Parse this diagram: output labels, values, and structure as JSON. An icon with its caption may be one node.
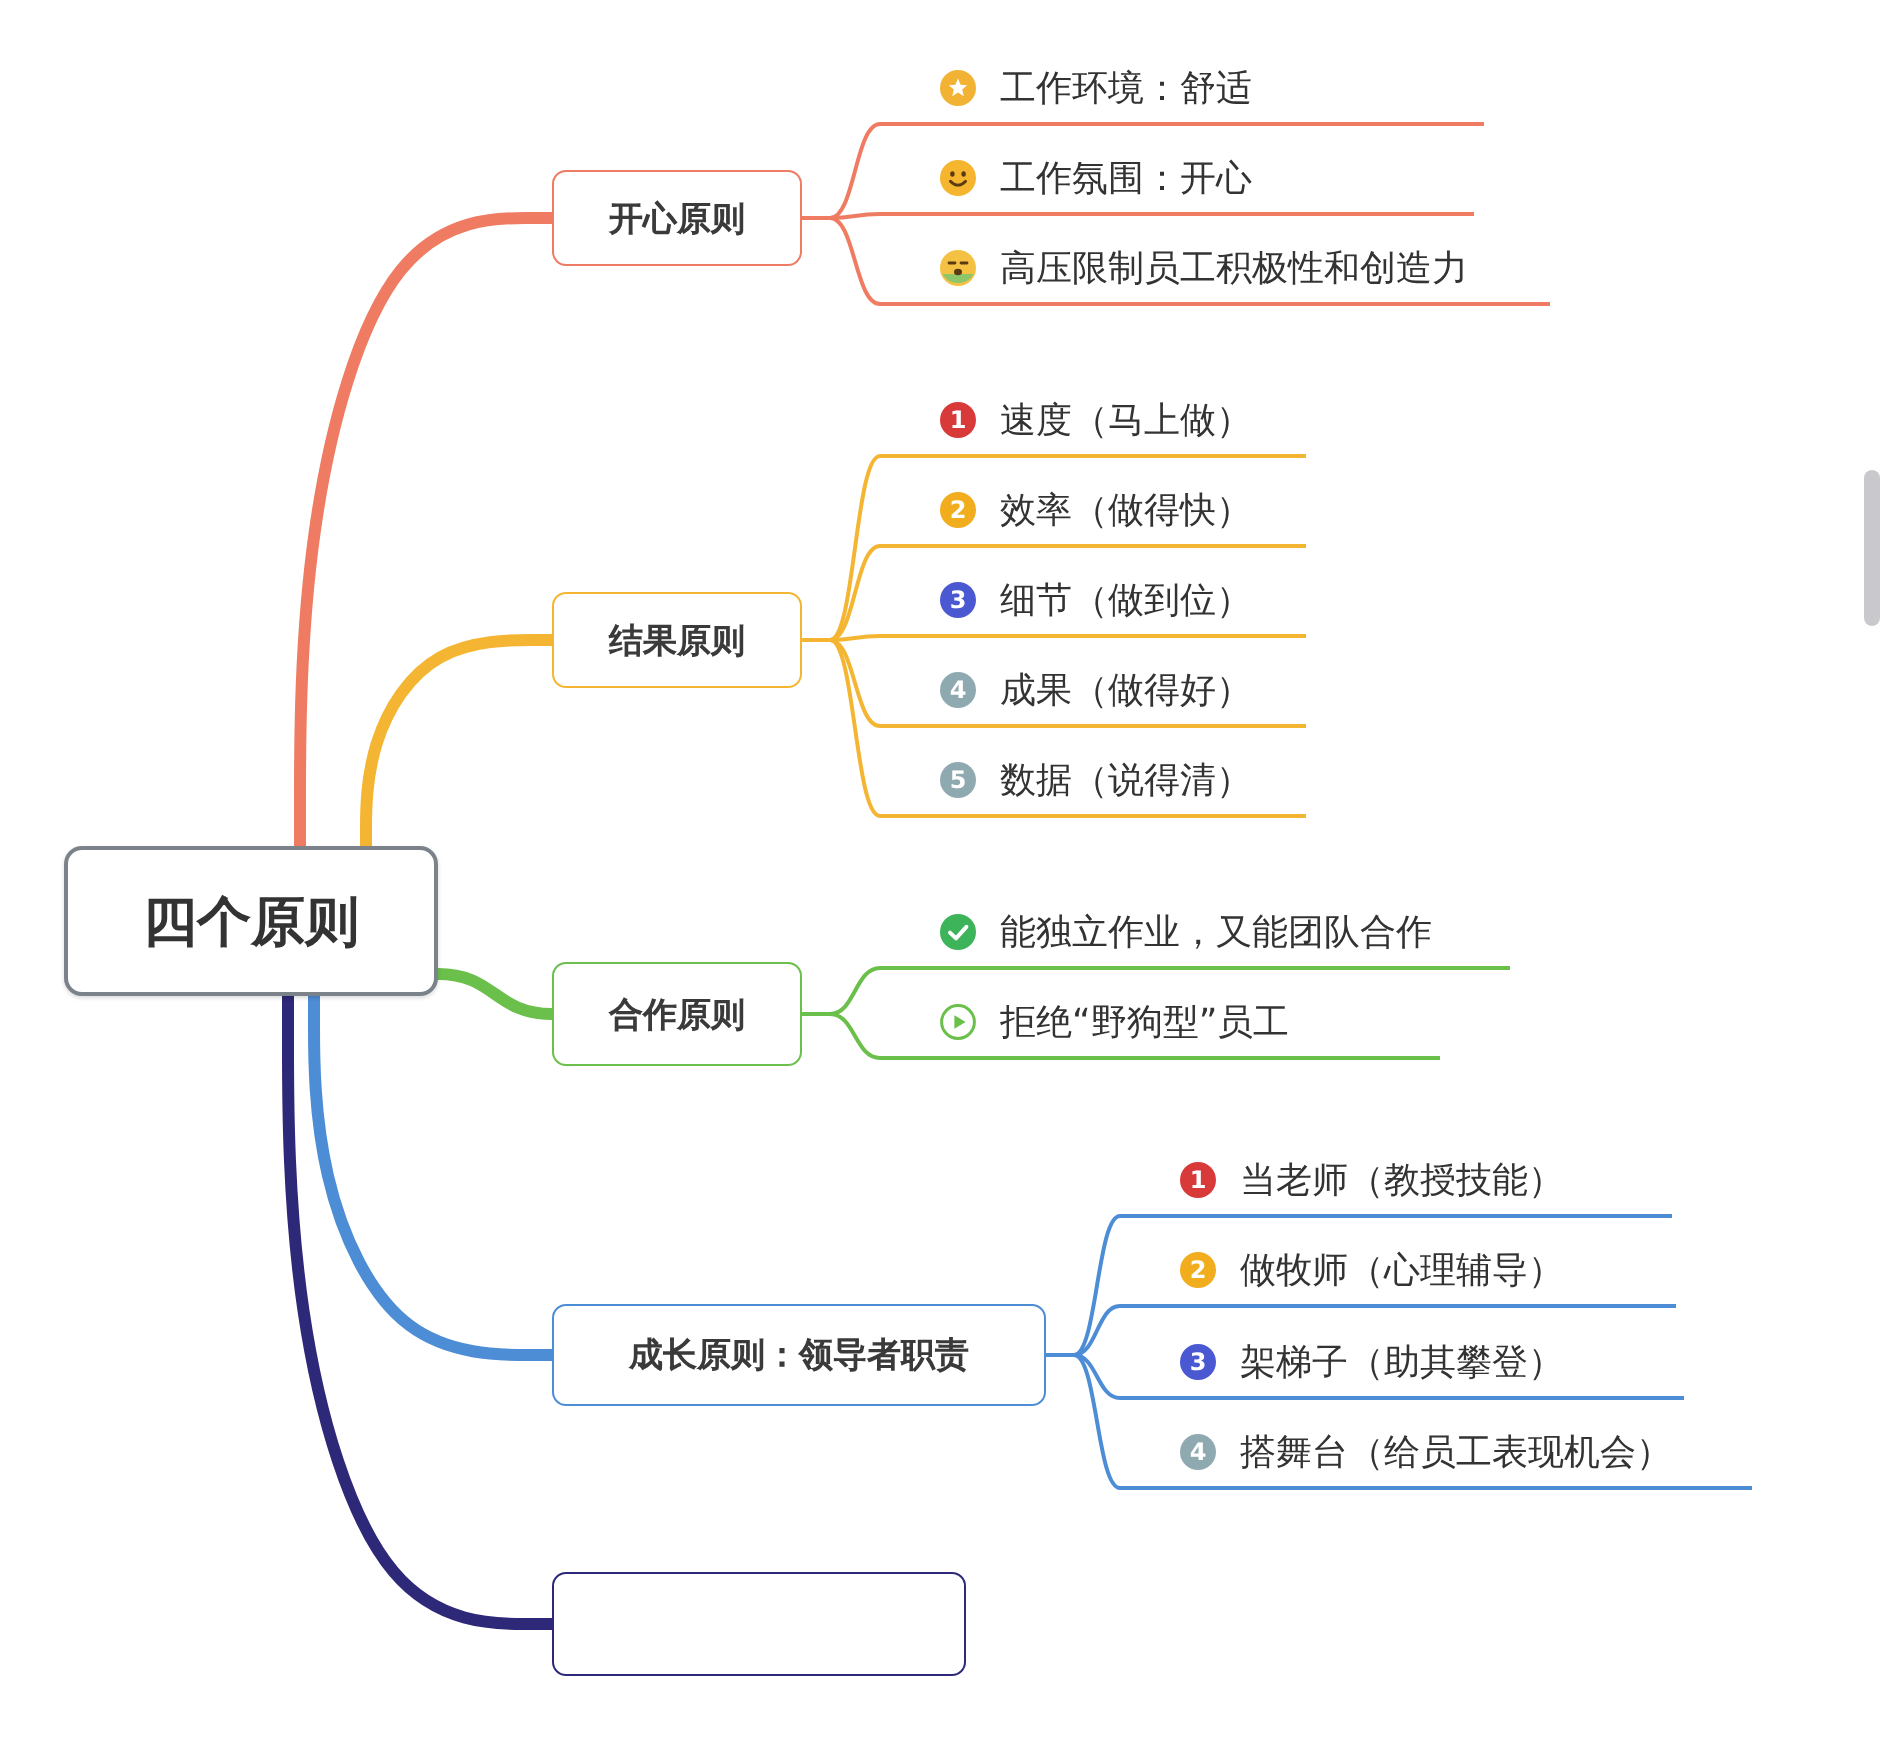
{
  "diagram": {
    "nodes": [
      {
        "text": [
          "四个原则"
        ]
      },
      {
        "text": [
          "开心原则"
        ]
      },
      {
        "text": [
          "工作环境：舒适"
        ]
      },
      {
        "text": [
          "工作氛围：开心"
        ]
      },
      {
        "text": [
          "高压限制员工积极性和创造力"
        ]
      },
      {
        "text": [
          "结果原则"
        ]
      },
      {
        "text": [
          "1",
          "速度（马上做）"
        ]
      },
      {
        "text": [
          "2",
          "效率（做得快）"
        ]
      },
      {
        "text": [
          "3",
          "细节（做到位）"
        ]
      },
      {
        "text": [
          "4",
          "成果（做得好）"
        ]
      },
      {
        "text": [
          "5",
          "数据（说得清）"
        ]
      },
      {
        "text": [
          "合作原则"
        ]
      },
      {
        "text": [
          "能独立作业，又能团队合作"
        ]
      },
      {
        "text": [
          "拒绝“野狗型”员工"
        ]
      },
      {
        "text": [
          "成长原则：领导者职责"
        ]
      },
      {
        "text": [
          "1",
          "当老师（教授技能）"
        ]
      },
      {
        "text": [
          "2",
          "做牧师（心理辅导）"
        ]
      },
      {
        "text": [
          "3",
          "架梯子（助其攀登）"
        ]
      },
      {
        "text": [
          "4",
          "搭舞台（给员工表现机会）"
        ]
      },
      {
        "text": [],
        "shape": "box"
      }
    ],
    "edges": [
      {
        "from": 0,
        "to": 1,
        "arrow": "none",
        "style": "thick",
        "color": "#ef7c62"
      },
      {
        "from": 1,
        "to": 2,
        "arrow": "none",
        "color": "#ef7c62"
      },
      {
        "from": 1,
        "to": 3,
        "arrow": "none",
        "color": "#ef7c62"
      },
      {
        "from": 1,
        "to": 4,
        "arrow": "none",
        "color": "#ef7c62"
      },
      {
        "from": 0,
        "to": 5,
        "arrow": "none",
        "style": "thick",
        "color": "#f4b632"
      },
      {
        "from": 5,
        "to": 6,
        "arrow": "none",
        "color": "#f4b632"
      },
      {
        "from": 5,
        "to": 7,
        "arrow": "none",
        "color": "#f4b632"
      },
      {
        "from": 5,
        "to": 8,
        "arrow": "none",
        "color": "#f4b632"
      },
      {
        "from": 5,
        "to": 9,
        "arrow": "none",
        "color": "#f4b632"
      },
      {
        "from": 5,
        "to": 10,
        "arrow": "none",
        "color": "#f4b632"
      },
      {
        "from": 0,
        "to": 11,
        "arrow": "none",
        "style": "thick",
        "color": "#6bbf4b"
      },
      {
        "from": 11,
        "to": 12,
        "arrow": "none",
        "color": "#6bbf4b"
      },
      {
        "from": 11,
        "to": 13,
        "arrow": "none",
        "color": "#6bbf4b"
      },
      {
        "from": 0,
        "to": 14,
        "arrow": "none",
        "style": "thick",
        "color": "#4d8dd6"
      },
      {
        "from": 14,
        "to": 15,
        "arrow": "none",
        "color": "#4d8dd6"
      },
      {
        "from": 14,
        "to": 16,
        "arrow": "none",
        "color": "#4d8dd6"
      },
      {
        "from": 14,
        "to": 17,
        "arrow": "none",
        "color": "#4d8dd6"
      },
      {
        "from": 14,
        "to": 18,
        "arrow": "none",
        "color": "#4d8dd6"
      },
      {
        "from": 0,
        "to": 19,
        "arrow": "none",
        "style": "thick",
        "color": "#2e2878"
      }
    ]
  }
}
